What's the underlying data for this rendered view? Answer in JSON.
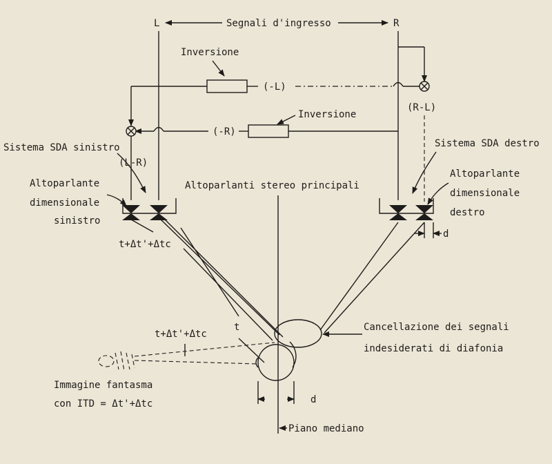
{
  "labels": {
    "input_L": "L",
    "input_R": "R",
    "input_signals": "Segnali d'ingresso",
    "inversion_top": "Inversione",
    "inversion_mid": "Inversione",
    "minus_L": "(-L)",
    "minus_R": "(-R)",
    "r_minus_l": "(R-L)",
    "l_minus_r": "(L-R)",
    "sda_left": "Sistema SDA sinistro",
    "sda_right": "Sistema SDA destro",
    "dim_left_1": "Altoparlante",
    "dim_left_2": "dimensionale",
    "dim_left_3": "sinistro",
    "dim_right_1": "Altoparlante",
    "dim_right_2": "dimensionale",
    "dim_right_3": "destro",
    "main_speakers": "Altoparlanti stereo principali",
    "time_upper": "t+Δt'+Δtc",
    "time_lower": "t+Δt'+Δtc",
    "time_t": "t",
    "d_upper": "d",
    "d_lower": "d",
    "crosstalk_1": "Cancellazione dei segnali",
    "crosstalk_2": "indesiderati di diafonia",
    "phantom_1": "Immagine fantasma",
    "phantom_2": "con ITD = Δt'+Δtc",
    "median_plane": "Piano mediano"
  },
  "icons": [
    "summing-junction-icon",
    "speaker-icon",
    "arrow-icon",
    "head-icon",
    "ear-icon"
  ]
}
